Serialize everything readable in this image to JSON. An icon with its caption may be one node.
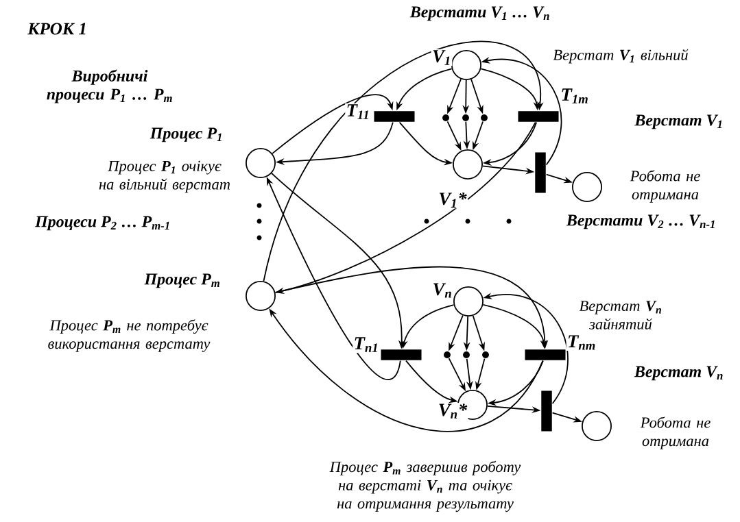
{
  "diagram": {
    "title": "КРОК 1",
    "nodes": [
      {
        "text": [],
        "shape": "circle",
        "beside": [
          "Процес P$_{1}$",
          "Процес **P$_{1}$** очікує на вільний верстат"
        ]
      },
      {
        "text": [],
        "shape": "circle",
        "beside": [
          "Процес P$_{m}$",
          "Процес **P$_{m}$** не потребує використання верстату"
        ]
      },
      {
        "text": [],
        "shape": "circle",
        "beside": [
          "V$_{1}$"
        ]
      },
      {
        "text": [],
        "shape": "bar",
        "beside": [
          "T$_{11}$"
        ]
      },
      {
        "text": [],
        "shape": "dot"
      },
      {
        "text": [],
        "shape": "dot"
      },
      {
        "text": [],
        "shape": "dot"
      },
      {
        "text": [],
        "shape": "bar",
        "beside": [
          "T$_{1m}$"
        ]
      },
      {
        "text": [],
        "shape": "circle",
        "beside": [
          "V$_{1}$*"
        ]
      },
      {
        "text": [],
        "shape": "bar"
      },
      {
        "text": [],
        "shape": "circle",
        "beside": [
          "Робота не отримана"
        ]
      },
      {
        "text": [],
        "shape": "circle",
        "beside": [
          "V$_{n}$"
        ]
      },
      {
        "text": [],
        "shape": "bar",
        "beside": [
          "T$_{n1}$"
        ]
      },
      {
        "text": [],
        "shape": "dot"
      },
      {
        "text": [],
        "shape": "dot"
      },
      {
        "text": [],
        "shape": "dot"
      },
      {
        "text": [],
        "shape": "bar",
        "beside": [
          "T$_{nm}$"
        ]
      },
      {
        "text": [],
        "shape": "circle",
        "beside": [
          "V$_{n}$*"
        ]
      },
      {
        "text": [],
        "shape": "bar"
      },
      {
        "text": [],
        "shape": "circle",
        "beside": [
          "Робота не отримана"
        ]
      }
    ],
    "edges": [
      {
        "from": 2,
        "to": 3,
        "arrow": "to"
      },
      {
        "from": 2,
        "to": 7,
        "arrow": "to"
      },
      {
        "from": 2,
        "to": 4,
        "arrow": "to"
      },
      {
        "from": 2,
        "to": 5,
        "arrow": "to"
      },
      {
        "from": 2,
        "to": 6,
        "arrow": "to"
      },
      {
        "from": 4,
        "to": 8,
        "arrow": "to"
      },
      {
        "from": 5,
        "to": 8,
        "arrow": "to"
      },
      {
        "from": 6,
        "to": 8,
        "arrow": "to"
      },
      {
        "from": 3,
        "to": 8,
        "arrow": "to"
      },
      {
        "from": 7,
        "to": 8,
        "arrow": "to"
      },
      {
        "from": 3,
        "to": 0,
        "arrow": "to"
      },
      {
        "from": 0,
        "to": 3,
        "arrow": "to"
      },
      {
        "from": 1,
        "to": 7,
        "arrow": "to"
      },
      {
        "from": 7,
        "to": 1,
        "arrow": "to"
      },
      {
        "from": 8,
        "to": 9,
        "arrow": "to"
      },
      {
        "from": 9,
        "to": 10,
        "arrow": "to"
      },
      {
        "from": 9,
        "to": 2,
        "arrow": "to"
      },
      {
        "from": 0,
        "to": 12,
        "arrow": "to"
      },
      {
        "from": 12,
        "to": 0,
        "arrow": "to"
      },
      {
        "from": 1,
        "to": 16,
        "arrow": "to"
      },
      {
        "from": 16,
        "to": 1,
        "arrow": "to"
      },
      {
        "from": 11,
        "to": 12,
        "arrow": "to"
      },
      {
        "from": 11,
        "to": 16,
        "arrow": "to"
      },
      {
        "from": 11,
        "to": 13,
        "arrow": "to"
      },
      {
        "from": 11,
        "to": 14,
        "arrow": "to"
      },
      {
        "from": 11,
        "to": 15,
        "arrow": "to"
      },
      {
        "from": 13,
        "to": 17,
        "arrow": "to"
      },
      {
        "from": 14,
        "to": 17,
        "arrow": "to"
      },
      {
        "from": 15,
        "to": 17,
        "arrow": "to"
      },
      {
        "from": 12,
        "to": 17,
        "arrow": "to"
      },
      {
        "from": 16,
        "to": 17,
        "arrow": "to"
      },
      {
        "from": 17,
        "to": 18,
        "arrow": "to"
      },
      {
        "from": 18,
        "to": 19,
        "arrow": "to"
      },
      {
        "from": 18,
        "to": 11,
        "arrow": "to"
      }
    ],
    "labels": [
      "Верстати V$_{1}$ … V$_{n}$",
      "Верстат **V$_{1}$** вільний",
      "Виробничі процеси P$_{1}$ … P$_{m}$",
      "Верстат V$_{1}$",
      "Процеси P$_{2}$ … P$_{m-1}$",
      "Верстати V$_{2}$ … V$_{n-1}$",
      "Верстат **V$_{n}$** зайнятий",
      "Верстат V$_{n}$",
      "Процес **P$_{m}$** завершив роботу на верстаті **V$_{n}$** та очікує на отримання результату"
    ]
  }
}
